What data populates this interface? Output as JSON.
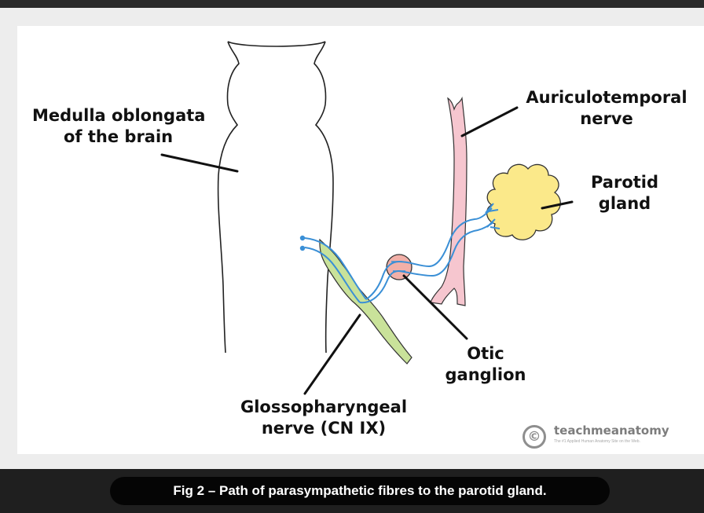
{
  "diagram": {
    "labels": {
      "medulla_line1": "Medulla oblongata",
      "medulla_line2": "of the brain",
      "auriculotemporal_line1": "Auriculotemporal",
      "auriculotemporal_line2": "nerve",
      "parotid_line1": "Parotid",
      "parotid_line2": "gland",
      "otic_line1": "Otic",
      "otic_line2": "ganglion",
      "glosso_line1": "Glossopharyngeal",
      "glosso_line2": "nerve (CN IX)"
    },
    "colors": {
      "glossopharyngeal_nerve": "#c9e29a",
      "auriculotemporal_nerve": "#f6c6cf",
      "otic_ganglion": "#f2b0a8",
      "parotid_gland": "#fbe98a",
      "parasympathetic_fibres": "#3a8fd6",
      "outline": "#222222"
    }
  },
  "watermark": {
    "icon": "copyright-icon",
    "symbol": "©",
    "name": "teachmeanatomy",
    "tagline": "The #1 Applied Human Anatomy Site on the Web."
  },
  "caption": {
    "text": "Fig 2 – Path of parasympathetic fibres to the parotid gland."
  }
}
